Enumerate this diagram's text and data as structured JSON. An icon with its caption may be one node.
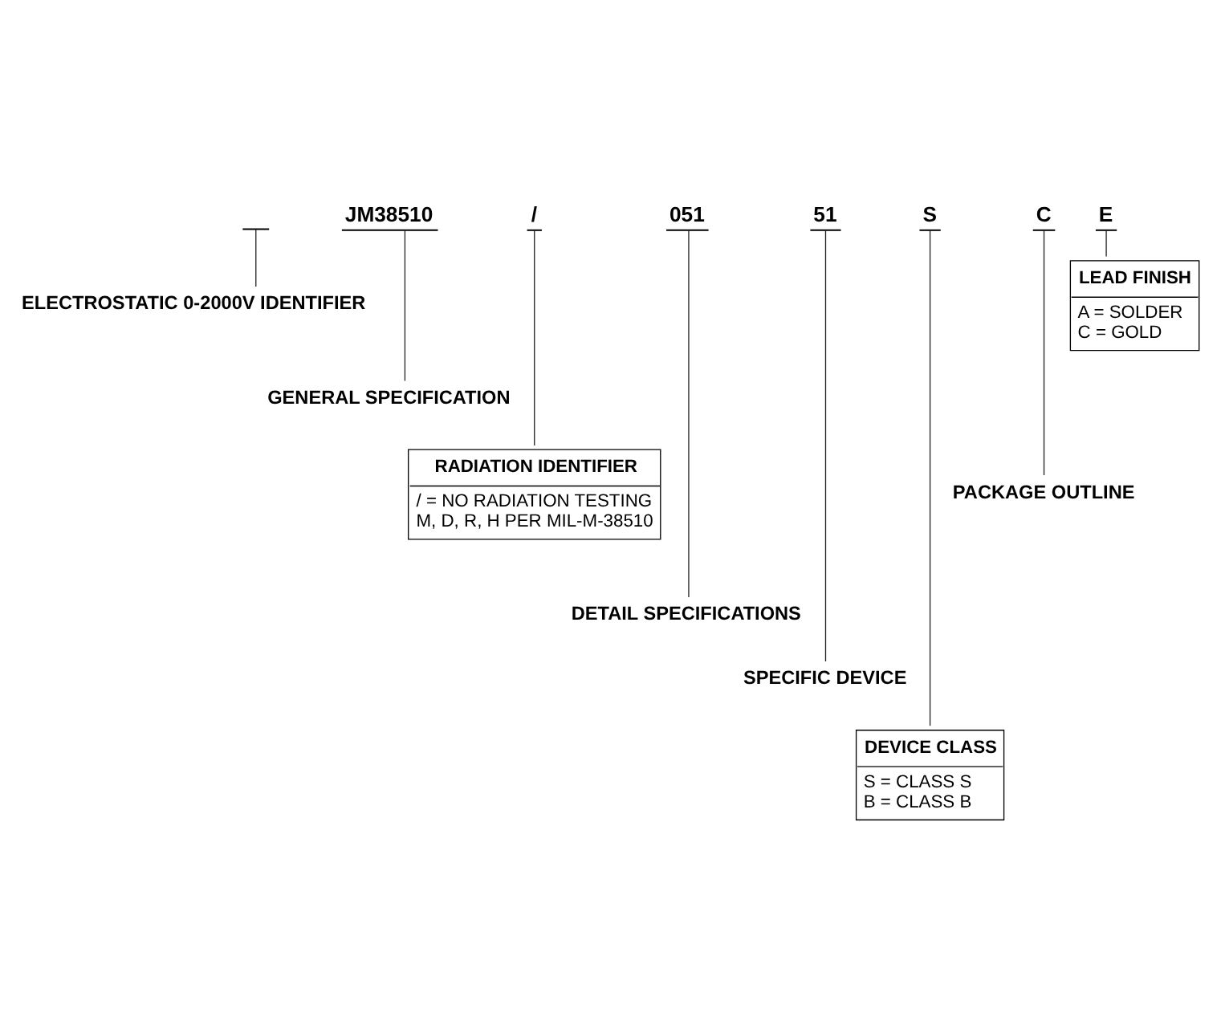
{
  "diagram": {
    "nodes": [
      {
        "text": [],
        "shape": "bar"
      },
      {
        "text": [
          "JM38510"
        ]
      },
      {
        "text": [
          "/"
        ]
      },
      {
        "text": [
          "051"
        ]
      },
      {
        "text": [
          "51"
        ]
      },
      {
        "text": [
          "S"
        ]
      },
      {
        "text": [
          "C"
        ]
      },
      {
        "text": [
          "E"
        ]
      },
      {
        "text": [
          "ELECTROSTATIC 0-2000V IDENTIFIER"
        ]
      },
      {
        "text": [
          "GENERAL SPECIFICATION"
        ]
      },
      {
        "text": [
          "LEAD FINISH",
          "A = SOLDER",
          "C = GOLD"
        ]
      },
      {
        "text": [
          "RADIATION IDENTIFIER",
          "/ = NO RADIATION TESTING",
          "M, D, R, H PER MIL-M-38510"
        ]
      },
      {
        "text": [
          "PACKAGE OUTLINE"
        ]
      },
      {
        "text": [
          "DETAIL SPECIFICATIONS"
        ]
      },
      {
        "text": [
          "SPECIFIC DEVICE"
        ]
      },
      {
        "text": [
          "DEVICE CLASS",
          "S = CLASS S",
          "B = CLASS B"
        ]
      }
    ],
    "edges": [
      {
        "from": 0,
        "to": 8,
        "arrow": "none"
      },
      {
        "from": 1,
        "to": 9,
        "arrow": "none"
      },
      {
        "from": 7,
        "to": 10,
        "arrow": "none"
      },
      {
        "from": 2,
        "to": 11,
        "arrow": "none"
      },
      {
        "from": 6,
        "to": 12,
        "arrow": "none"
      },
      {
        "from": 3,
        "to": 13,
        "arrow": "none"
      },
      {
        "from": 4,
        "to": 14,
        "arrow": "none"
      },
      {
        "from": 5,
        "to": 15,
        "arrow": "none"
      }
    ]
  }
}
